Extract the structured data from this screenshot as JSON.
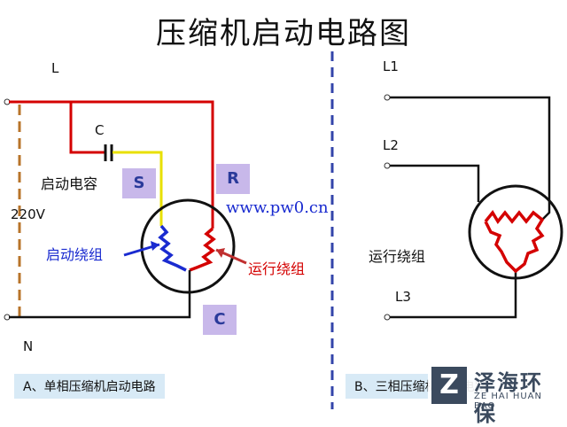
{
  "title": "压缩机启动电路图",
  "left": {
    "L": "L",
    "N": "N",
    "C_cap": "C",
    "capacitor_label": "启动电容",
    "voltage": "220V",
    "box_S": "S",
    "box_R": "R",
    "box_C": "C",
    "start_winding": "启动绕组",
    "run_winding": "运行绕组",
    "caption": "A、单相压缩机启动电路"
  },
  "right": {
    "L1": "L1",
    "L2": "L2",
    "L3": "L3",
    "run_winding": "运行绕组",
    "caption": "B、三相压缩机启动电路"
  },
  "watermark": "www.pw0.cn",
  "logo": {
    "text": "泽海环保",
    "subtext": "ZE HAI HUAN BAO",
    "mark": "Z"
  },
  "colors": {
    "line": "#d40000",
    "start": "#1a2bd0",
    "cap": "#e8e000",
    "neutral": "#111111",
    "divider": "#3344aa"
  }
}
